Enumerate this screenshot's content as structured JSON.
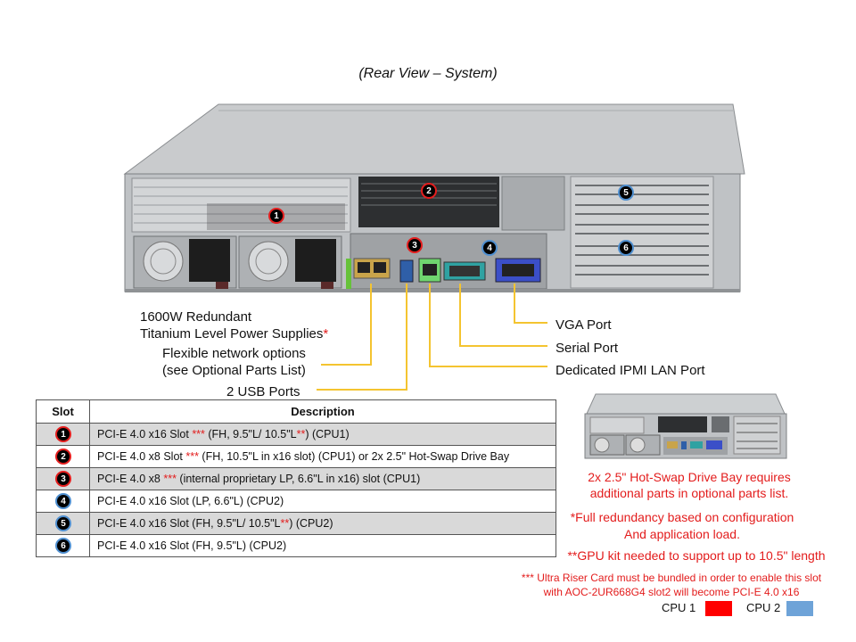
{
  "title": "(Rear View – System)",
  "callouts": {
    "psu_line1": "1600W Redundant",
    "psu_line2": "Titanium Level Power Supplies",
    "psu_star": "*",
    "net_line1": "Flexible network options",
    "net_line2": "(see Optional Parts List)",
    "usb": "2 USB Ports",
    "vga": "VGA Port",
    "serial": "Serial Port",
    "ipmi": "Dedicated IPMI  LAN Port"
  },
  "chassis_badges": [
    "1",
    "2",
    "3",
    "4",
    "5",
    "6"
  ],
  "table": {
    "headers": [
      "Slot",
      "Description"
    ],
    "rows": [
      {
        "slot": "1",
        "cpu": "CPU1",
        "pre": "PCI-E 4.0 x16 Slot ",
        "stars": "***",
        "mid": " (FH, 9.5\"L/ 10.5\"L",
        "stars2": "**",
        "post": ") (CPU1)"
      },
      {
        "slot": "2",
        "cpu": "CPU1",
        "pre": "PCI-E 4.0 x8 Slot ",
        "stars": "***",
        "mid": " (FH, 10.5\"L in x16 slot) (CPU1) or 2x 2.5\" Hot-Swap Drive Bay",
        "stars2": "",
        "post": ""
      },
      {
        "slot": "3",
        "cpu": "CPU1",
        "pre": "PCI-E 4.0 x8 ",
        "stars": "***",
        "mid": " (internal  proprietary LP, 6.6\"L in x16) slot  (CPU1)",
        "stars2": "",
        "post": ""
      },
      {
        "slot": "4",
        "cpu": "CPU2",
        "pre": "PCI-E 4.0 x16 Slot (LP, 6.6\"L) (CPU2)",
        "stars": "",
        "mid": "",
        "stars2": "",
        "post": ""
      },
      {
        "slot": "5",
        "cpu": "CPU2",
        "pre": "PCI-E 4.0 x16 Slot (FH, 9.5\"L/ 10.5\"L",
        "stars": "",
        "mid": "",
        "stars2": "**",
        "post": ") (CPU2)"
      },
      {
        "slot": "6",
        "cpu": "CPU2",
        "pre": "PCI-E 4.0 x16 Slot (FH, 9.5\"L) (CPU2)",
        "stars": "",
        "mid": "",
        "stars2": "",
        "post": ""
      }
    ]
  },
  "notes": {
    "drive_bay_line1": "2x 2.5\" Hot-Swap Drive Bay requires",
    "drive_bay_line2": "additional parts in optional parts list.",
    "redundancy_line1": "*Full redundancy based on configuration",
    "redundancy_line2": "And application load.",
    "gpu_kit": "**GPU kit needed to support up to 10.5\" length",
    "riser_line1": "*** Ultra Riser Card must be bundled in order to enable this slot",
    "riser_line2": "with AOC-2UR668G4  slot2 will become PCI-E 4.0 x16"
  },
  "legend": [
    {
      "label": "CPU 1",
      "color": "#ff0000"
    },
    {
      "label": "CPU 2",
      "color": "#6ea3d8"
    }
  ],
  "colors": {
    "cpu1": "#e41e1e",
    "cpu2": "#4f8fd0",
    "leader": "#f4c430",
    "note_red": "#e31c1c"
  }
}
